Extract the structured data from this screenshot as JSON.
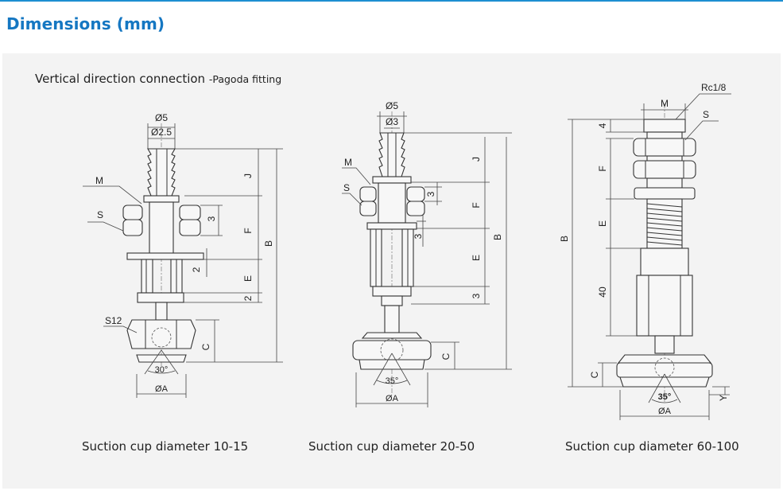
{
  "section_title": "Dimensions (mm)",
  "subtitle": {
    "main": "Vertical direction connection ",
    "small": "-Pagoda  fitting"
  },
  "figures": [
    {
      "caption": "Suction cup diameter 10-15",
      "labels": {
        "d_outer": "Ø5",
        "d_inner": "Ø2.5",
        "m": "M",
        "s": "S",
        "s12": "S12",
        "j": "J",
        "f": "F",
        "e": "E",
        "b": "B",
        "c": "C",
        "three": "3",
        "two_a": "2",
        "two_b": "2",
        "angle": "30°",
        "dia_a": "ØA"
      }
    },
    {
      "caption": "Suction cup diameter 20-50",
      "labels": {
        "d_outer": "Ø5",
        "d_inner": "Ø3",
        "m": "M",
        "s": "S",
        "j": "J",
        "f": "F",
        "e": "E",
        "b": "B",
        "c": "C",
        "three_a": "3",
        "three_b": "3",
        "three_c": "3",
        "angle": "35°",
        "dia_a": "ØA"
      }
    },
    {
      "caption": "Suction cup diameter 60-100",
      "labels": {
        "rc": "Rc1/8",
        "m": "M",
        "s": "S",
        "four": "4",
        "f": "F",
        "e": "E",
        "forty": "40",
        "b": "B",
        "c": "C",
        "y": "Y",
        "angle": "35°",
        "dia_a": "ØA"
      }
    }
  ]
}
